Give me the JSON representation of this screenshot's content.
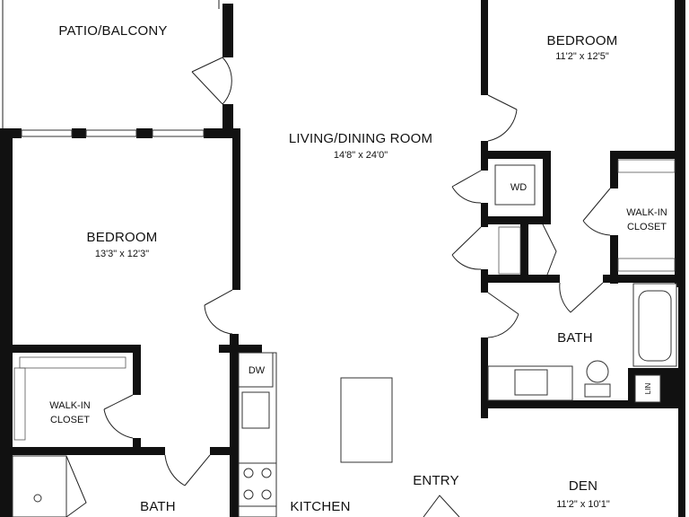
{
  "rooms": {
    "patio": {
      "name": "PATIO/BALCONY"
    },
    "living": {
      "name": "LIVING/DINING ROOM",
      "size": "14'8\" x 24'0\""
    },
    "bedroom_left": {
      "name": "BEDROOM",
      "size": "13'3\" x 12'3\""
    },
    "bedroom_right": {
      "name": "BEDROOM",
      "size": "11'2\" x 12'5\""
    },
    "closet_left": {
      "line1": "WALK-IN",
      "line2": "CLOSET"
    },
    "closet_right": {
      "line1": "WALK-IN",
      "line2": "CLOSET"
    },
    "bath_right": {
      "name": "BATH"
    },
    "bath_left": {
      "name": "BATH"
    },
    "kitchen": {
      "name": "KITCHEN"
    },
    "entry": {
      "name": "ENTRY"
    },
    "den": {
      "name": "DEN",
      "size": "11'2\" x 10'1\""
    }
  },
  "fixtures": {
    "washer_dryer": "WD",
    "dishwasher": "DW",
    "linen": "LIN"
  },
  "colors": {
    "wall": "#111111",
    "background": "#ffffff"
  }
}
